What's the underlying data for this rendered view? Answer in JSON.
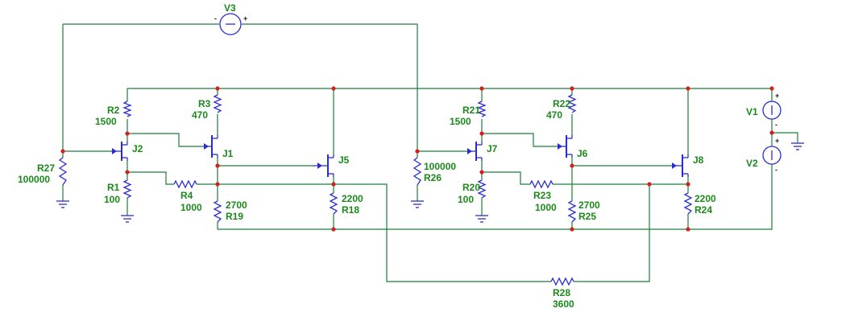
{
  "components": {
    "V3": {
      "name": "V3",
      "plus": "+",
      "minus": "-"
    },
    "V1": {
      "name": "V1",
      "plus": "+",
      "minus": "-"
    },
    "V2": {
      "name": "V2",
      "plus": "+",
      "minus": "-"
    },
    "R2": {
      "name": "R2",
      "value": "1500"
    },
    "R3": {
      "name": "R3",
      "value": "470"
    },
    "R27": {
      "name": "R27",
      "value": "100000"
    },
    "R1": {
      "name": "R1",
      "value": "100"
    },
    "R4": {
      "name": "R4",
      "value": "1000"
    },
    "R19": {
      "name": "R19",
      "value": "2700"
    },
    "R18": {
      "name": "R18",
      "value": "2200"
    },
    "R21": {
      "name": "R21",
      "value": "1500"
    },
    "R22": {
      "name": "R22",
      "value": "470"
    },
    "R26": {
      "name": "R26",
      "value": "100000"
    },
    "R20": {
      "name": "R20",
      "value": "100"
    },
    "R23": {
      "name": "R23",
      "value": "1000"
    },
    "R25": {
      "name": "R25",
      "value": "2700"
    },
    "R24": {
      "name": "R24",
      "value": "2200"
    },
    "R28": {
      "name": "R28",
      "value": "3600"
    },
    "J1": {
      "name": "J1"
    },
    "J2": {
      "name": "J2"
    },
    "J5": {
      "name": "J5"
    },
    "J6": {
      "name": "J6"
    },
    "J7": {
      "name": "J7"
    },
    "J8": {
      "name": "J8"
    }
  },
  "colors": {
    "wire": "#1b7f3a",
    "component": "#2b2bd6",
    "node": "#d42020",
    "label": "#1a8a1a"
  }
}
